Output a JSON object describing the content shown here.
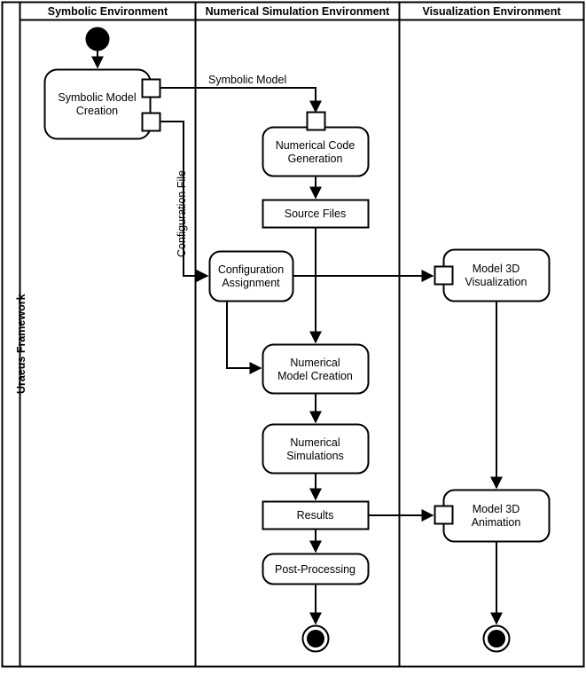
{
  "pool": {
    "title": "Uraeus Framework"
  },
  "lanes": [
    {
      "id": "symbolic",
      "title": "Symbolic Environment"
    },
    {
      "id": "numerical",
      "title": "Numerical Simulation Environment"
    },
    {
      "id": "visualization",
      "title": "Visualization Environment"
    }
  ],
  "nodes": {
    "initial_node": {
      "label": "",
      "kind": "initial-node"
    },
    "symbolic_model_creation": {
      "label": "Symbolic Model\nCreation",
      "kind": "activity"
    },
    "numerical_code_generation": {
      "label": "Numerical Code\nGeneration",
      "kind": "activity"
    },
    "source_files": {
      "label": "Source Files",
      "kind": "object"
    },
    "configuration_assignment": {
      "label": "Configuration\nAssignment",
      "kind": "activity"
    },
    "numerical_model_creation": {
      "label": "Numerical\nModel Creation",
      "kind": "activity"
    },
    "numerical_simulations": {
      "label": "Numerical\nSimulations",
      "kind": "activity"
    },
    "results": {
      "label": "Results",
      "kind": "object"
    },
    "post_processing": {
      "label": "Post-Processing",
      "kind": "activity"
    },
    "model_3d_visualization": {
      "label": "Model 3D\nVisualization",
      "kind": "activity"
    },
    "model_3d_animation": {
      "label": "Model 3D\nAnimation",
      "kind": "activity"
    },
    "final_node_numerical": {
      "label": "",
      "kind": "final-node"
    },
    "final_node_visualization": {
      "label": "",
      "kind": "final-node"
    }
  },
  "edge_labels": {
    "symbolic_model": "Symbolic Model",
    "configuration_file": "Configuration File"
  },
  "colors": {
    "stroke": "#000000",
    "fill": "#ffffff",
    "text": "#000000"
  }
}
